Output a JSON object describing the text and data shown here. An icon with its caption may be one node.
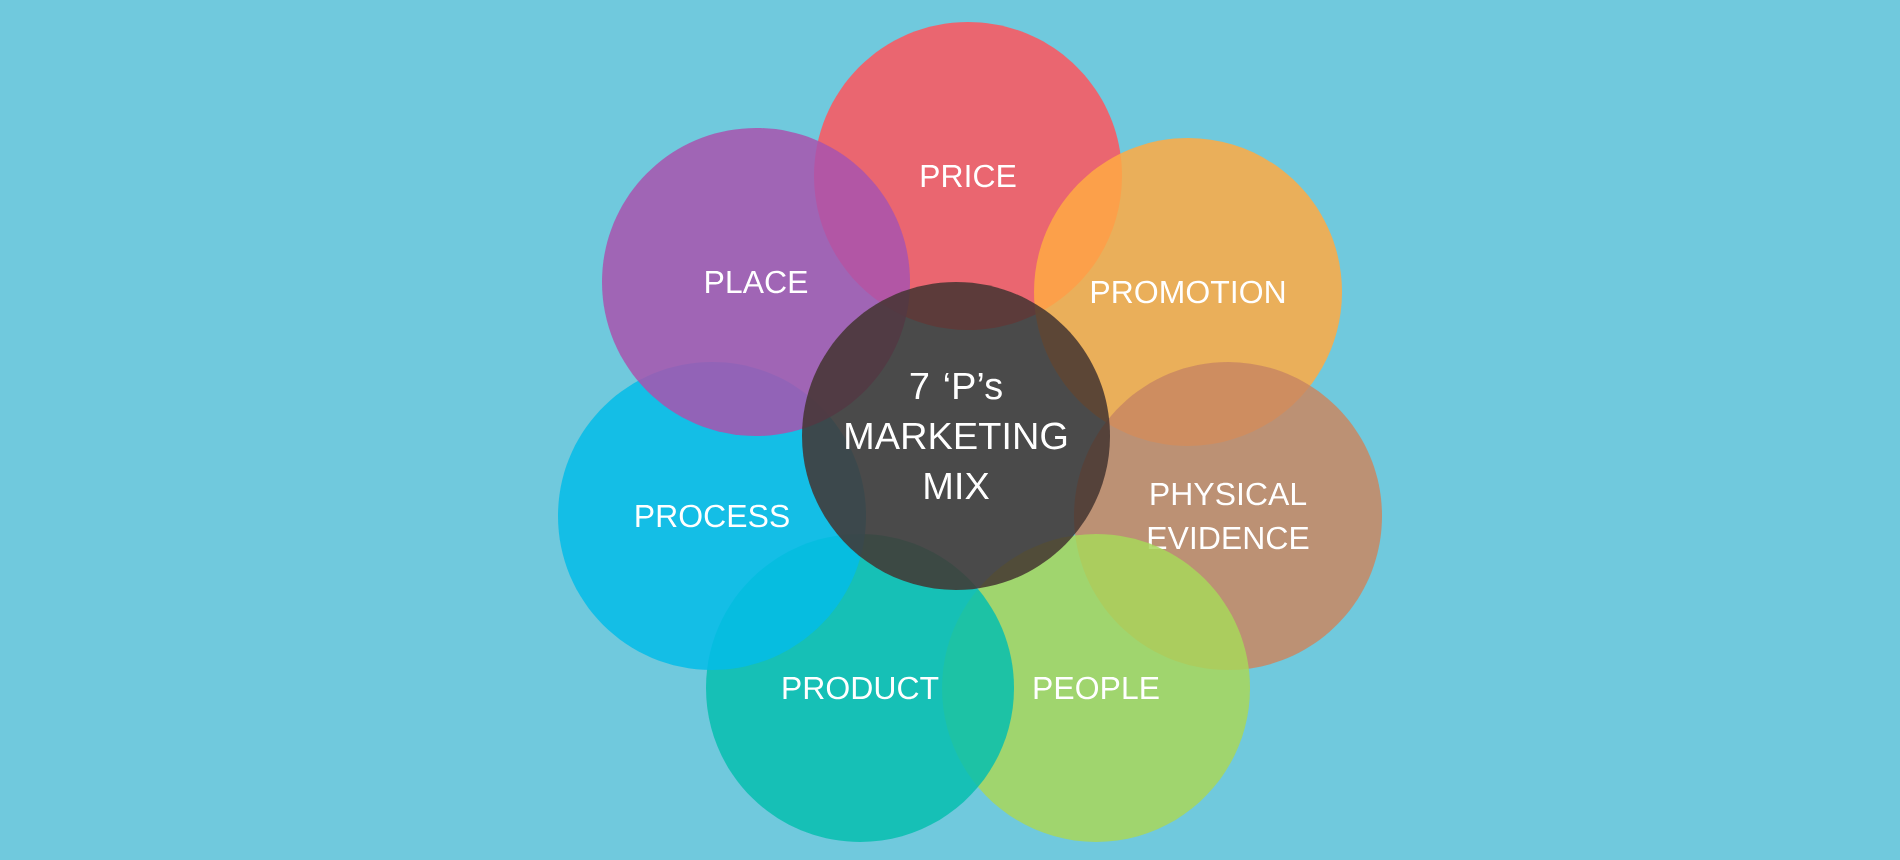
{
  "diagram": {
    "nodes": [
      {
        "text": [
          "PRICE"
        ]
      },
      {
        "text": [
          "PLACE"
        ]
      },
      {
        "text": [
          "PROMOTION"
        ]
      },
      {
        "text": [
          "7 ‘P’s MARKETING MIX"
        ]
      },
      {
        "text": [
          "PHYSICAL EVIDENCE"
        ]
      },
      {
        "text": [
          "PROCESS"
        ]
      },
      {
        "text": [
          "PRODUCT"
        ]
      },
      {
        "text": [
          "PEOPLE"
        ]
      }
    ]
  }
}
